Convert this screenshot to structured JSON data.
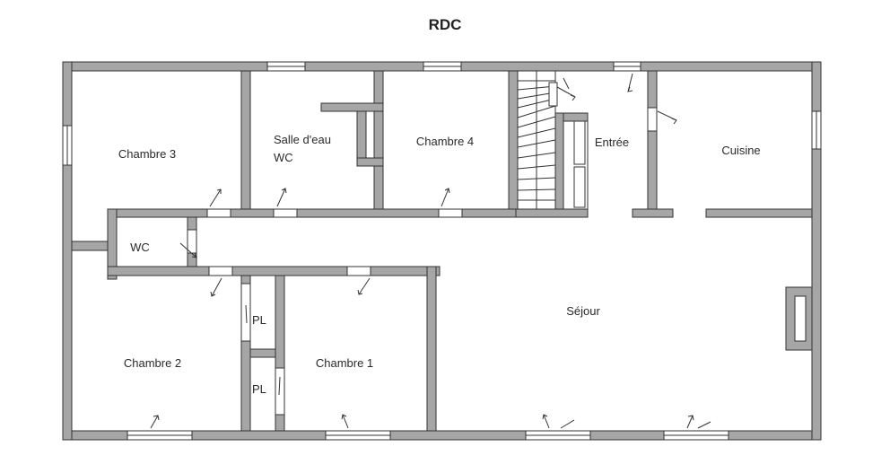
{
  "title": "RDC",
  "rooms": {
    "chambre3": "Chambre 3",
    "salle_eau_line1": "Salle d'eau",
    "salle_eau_line2": "WC",
    "chambre4": "Chambre 4",
    "entree": "Entrée",
    "cuisine": "Cuisine",
    "wc": "WC",
    "sejour": "Séjour",
    "chambre2": "Chambre 2",
    "chambre1": "Chambre 1",
    "pl_upper": "PL",
    "pl_lower": "PL"
  },
  "colors": {
    "wall_fill": "#a6a6a6",
    "wall_stroke": "#333333",
    "line": "#333333"
  }
}
